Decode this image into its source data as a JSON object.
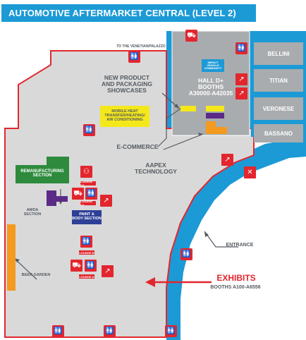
{
  "title": "AUTOMOTIVE AFTERMARKET CENTRAL (LEVEL 2)",
  "labels": {
    "to_venetian": "TO THE VENETIAN/PALAZZO",
    "hall_d": "HALL D+",
    "hall_d_booths": "BOOTHS",
    "hall_d_range": "A30000-A42035",
    "impact_vehicle": "IMPACT VEHICLE COMMUNITY",
    "new_product": "NEW PRODUCT",
    "and_packaging": "AND PACKAGING",
    "showcases": "SHOWCASES",
    "mobile_heat": "MOBILE HEAT",
    "transfer": "TRANSFER/HEATING/",
    "air_cond": "AIR CONDITIONING",
    "ecommerce": "E-COMMERCE",
    "aapex": "AAPEX",
    "technology": "TECHNOLOGY",
    "reman_1": "REMANUFACTURING",
    "reman_2": "SECTION",
    "awda_1": "AWDA",
    "awda_2": "SECTION",
    "paint_1": "PAINT &",
    "paint_2": "BODY SECTION",
    "beer_garden": "BEER GARDEN",
    "entrance": "ENTRANCE",
    "exhibits": "EXHIBITS",
    "exhibits_booths": "BOOTHS A100-A6556",
    "lounge_c2": "LOUNGE C2",
    "lounge_c1": "LOUNGE C1",
    "lounge_b": "LOUNGE B",
    "lounge_a": "LOUNGE A"
  },
  "rooms": {
    "bellini": "BELLINI",
    "titian": "TITIAN",
    "veronese": "VERONESE",
    "bassano": "BASSANO"
  },
  "colors": {
    "floor": "#d9d9d9",
    "border_red": "#e3262e",
    "water_blue": "#1c9ad6",
    "room_gray": "#a9acae",
    "reman_green": "#2e8b3d",
    "awda_purple": "#5b2a86",
    "paint_blue": "#2e3f96",
    "beer_orange": "#f39a1f",
    "mobile_yellow": "#f4e81b",
    "text_dark": "#555b61"
  },
  "icons": [
    "restroom-icon",
    "escalator-icon",
    "no-escalator-icon",
    "vehicle-icon",
    "arrow-icon"
  ]
}
